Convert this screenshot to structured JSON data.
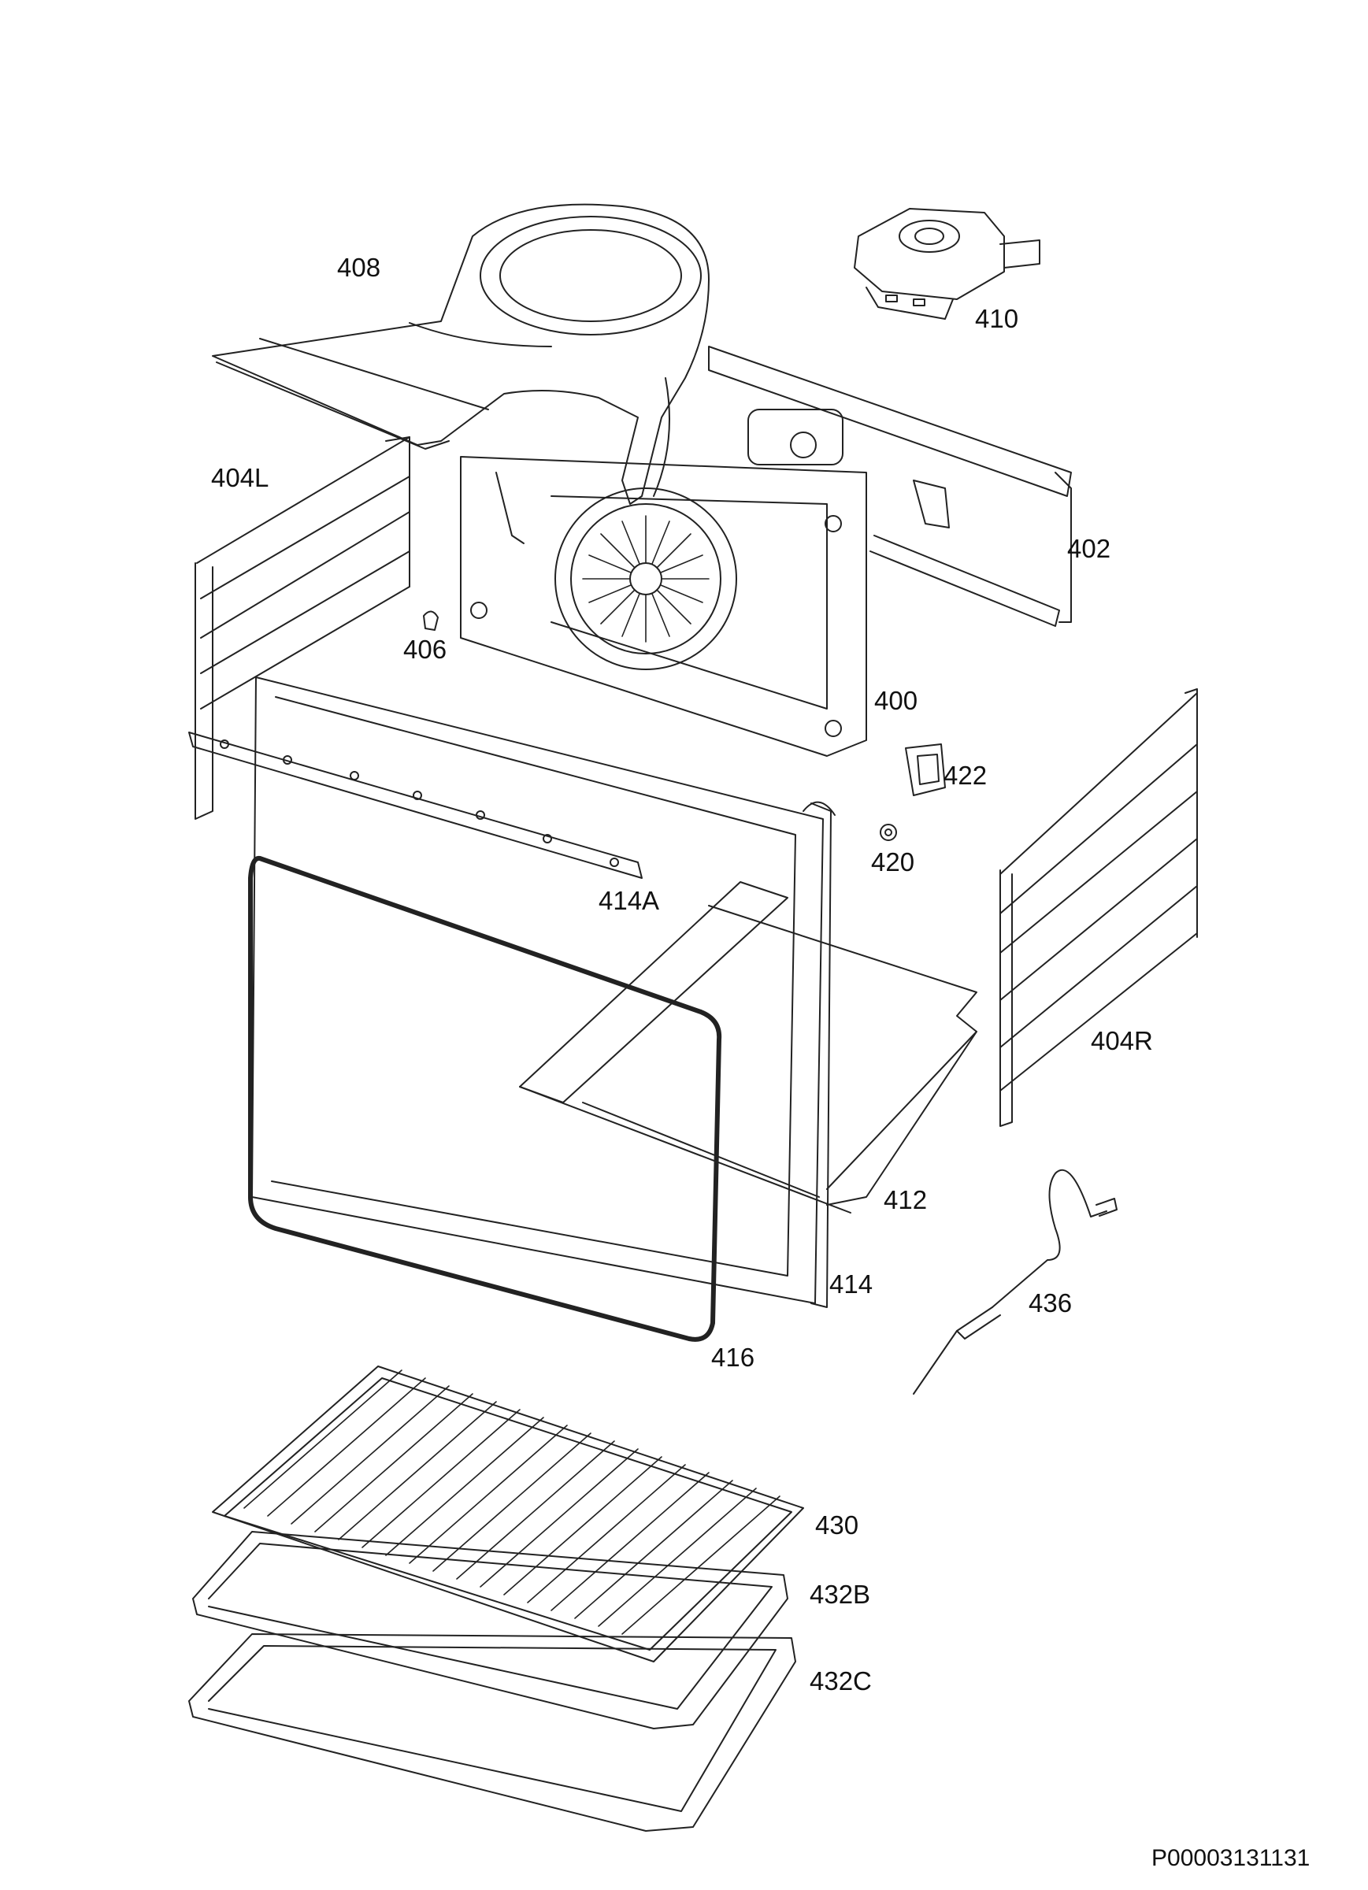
{
  "diagram": {
    "parts": {
      "p408": "408",
      "p410": "410",
      "p404L": "404L",
      "p402": "402",
      "p406": "406",
      "p400": "400",
      "p422": "422",
      "p420": "420",
      "p414A": "414A",
      "p404R": "404R",
      "p412": "412",
      "p414": "414",
      "p436": "436",
      "p416": "416",
      "p430": "430",
      "p432B": "432B",
      "p432C": "432C"
    },
    "reference_code": "P00003131131",
    "line_color": "#222222"
  }
}
